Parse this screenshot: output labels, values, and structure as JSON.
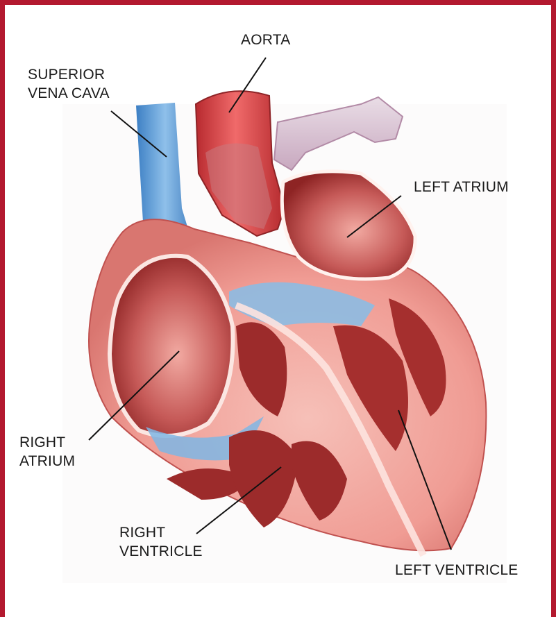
{
  "colors": {
    "border": "#b3192f",
    "vein_blue": "#5a9ad6",
    "artery_red": "#c93a3a",
    "chamber_dark": "#9e2a2a",
    "muscle_pink": "#f2a8a0"
  },
  "labels": {
    "aorta": "AORTA",
    "superior_vena_cava": "SUPERIOR\nVENA CAVA",
    "left_atrium": "LEFT ATRIUM",
    "right_atrium": "RIGHT\nATRIUM",
    "right_ventricle": "RIGHT\nVENTRICLE",
    "left_ventricle": "LEFT VENTRICLE"
  }
}
